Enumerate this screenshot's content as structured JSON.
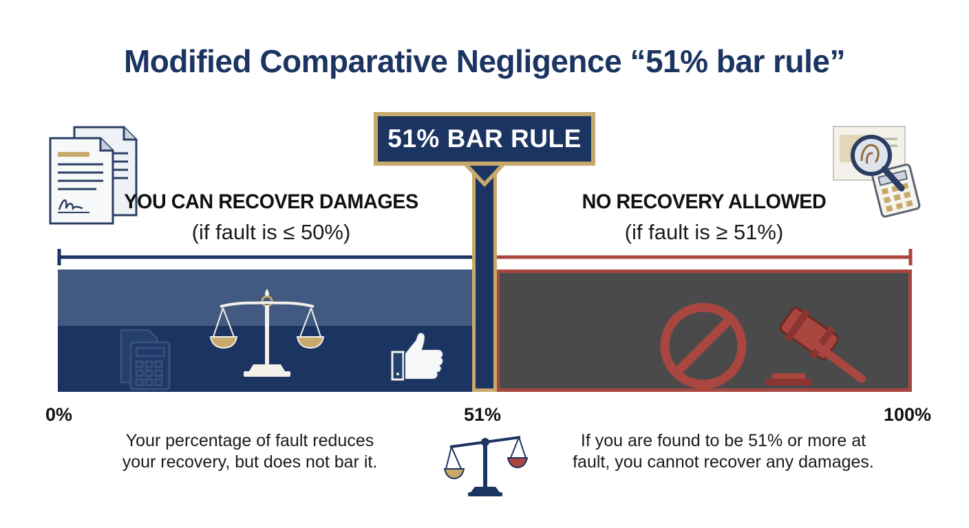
{
  "title": "Modified Comparative Negligence “51% bar rule”",
  "badge_label": "51% BAR RULE",
  "left": {
    "heading": "YOU CAN RECOVER DAMAGES",
    "condition": "(if fault is ≤ 50%)",
    "note_line1": "Your percentage of fault reduces",
    "note_line2": "your recovery, but does not bar it."
  },
  "right": {
    "heading": "NO RECOVERY ALLOWED",
    "condition": "(if fault is ≥ 51%)",
    "note_line1": "If you are found to be 51% or more at",
    "note_line2": "fault, you cannot recover any damages."
  },
  "scale": {
    "start_label": "0%",
    "threshold_label": "51%",
    "end_label": "100%",
    "min": 0,
    "threshold": 51,
    "max": 100
  },
  "colors": {
    "navy": "#1b3461",
    "navy_light": "#425a82",
    "gold": "#c6a96b",
    "red": "#a8463f",
    "gray": "#4a4a4a"
  },
  "icons": {
    "top_left": "documents-icon",
    "top_right": "magnifier-documents-icon",
    "left_block": [
      "calculator-icon",
      "scales-of-justice-icon",
      "thumbs-up-icon"
    ],
    "right_block": [
      "prohibited-icon",
      "gavel-icon"
    ],
    "bottom_center": "tilted-scales-icon"
  }
}
